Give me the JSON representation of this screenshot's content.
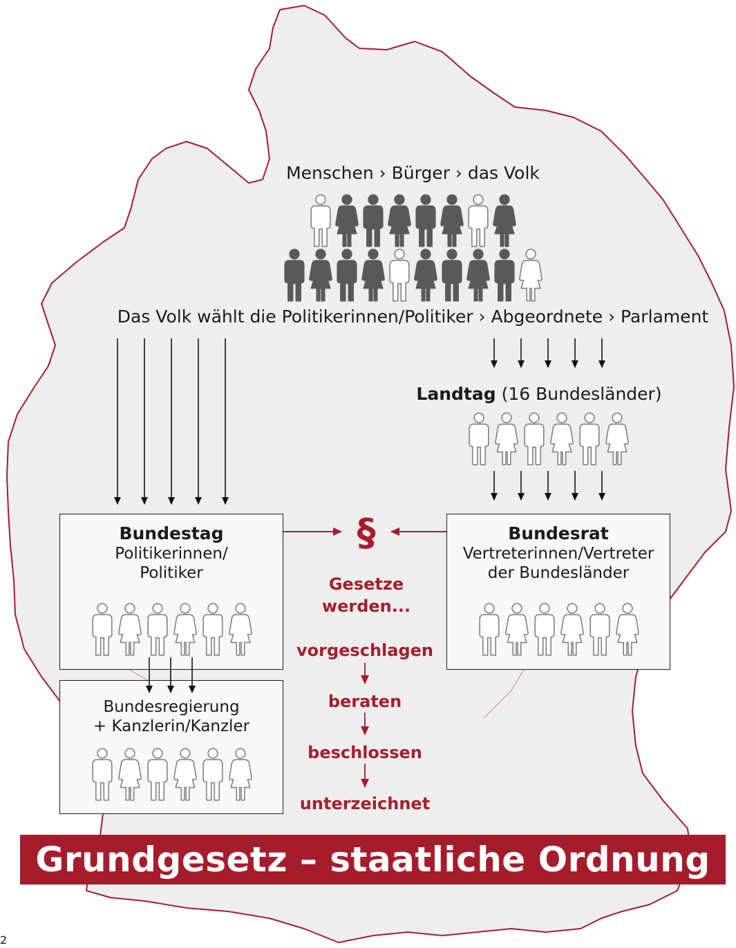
{
  "top": {
    "heading": "Menschen › Bürger › das Volk",
    "election_line": "Das Volk wählt die Politikerinnen/Politiker › Abgeordnete › Parlament"
  },
  "landtag": {
    "title": "Landtag",
    "note": "(16 Bundesländer)"
  },
  "bundestag": {
    "title": "Bundestag",
    "line1": "Politikerinnen/",
    "line2": "Politiker"
  },
  "bundesrat": {
    "title": "Bundesrat",
    "line1": "Vertreterinnen/Vertreter",
    "line2": "der Bundesländer"
  },
  "bundesregierung": {
    "line1": "Bundesregierung",
    "line2": "+ Kanzlerin/Kanzler"
  },
  "law": {
    "symbol": "§",
    "intro_line1": "Gesetze",
    "intro_line2": "werden...",
    "steps": [
      "vorgeschlagen",
      "beraten",
      "beschlossen",
      "unterzeichnet"
    ]
  },
  "banner": {
    "title": "Grundgesetz – staatliche Ordnung"
  },
  "page_number": "2",
  "colors": {
    "accent": "#a51d2d",
    "map_fill": "#eeeeee",
    "map_outline": "#a51d2d",
    "figure_dark": "#595959",
    "figure_outline": "#7a7a7a"
  },
  "people_rows": {
    "volk_row1": [
      "man-outline",
      "woman-filled",
      "man-filled",
      "woman-filled",
      "man-filled",
      "woman-filled",
      "man-outline",
      "woman-filled"
    ],
    "volk_row2": [
      "man-filled",
      "woman-filled",
      "man-filled",
      "woman-filled",
      "man-outline",
      "woman-filled",
      "man-filled",
      "woman-filled",
      "man-filled",
      "woman-outline"
    ],
    "landtag": [
      "man-outline",
      "woman-outline",
      "man-outline",
      "woman-outline",
      "man-outline",
      "woman-outline"
    ],
    "bundestag": [
      "man-outline",
      "woman-outline",
      "man-outline",
      "woman-outline",
      "man-outline",
      "woman-outline"
    ],
    "bundesrat": [
      "man-outline",
      "woman-outline",
      "man-outline",
      "woman-outline",
      "man-outline",
      "woman-outline"
    ],
    "bundesregierung": [
      "man-outline",
      "woman-outline",
      "man-outline",
      "woman-outline",
      "man-outline",
      "woman-outline"
    ]
  }
}
